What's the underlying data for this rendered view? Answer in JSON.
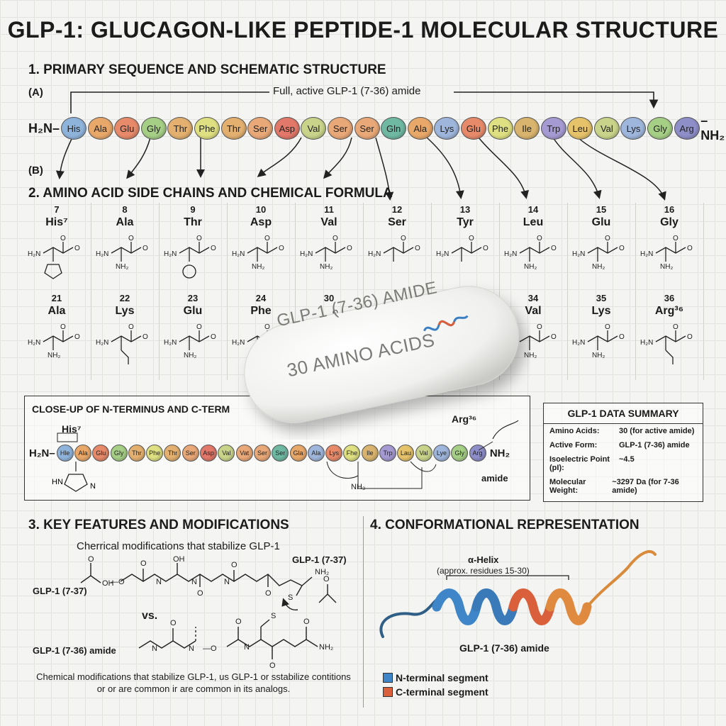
{
  "title": "GLP-1: GLUCAGON-LIKE PEPTIDE-1 MOLECULAR STRUCTURE",
  "section1": {
    "heading": "1. PRIMARY SEQUENCE AND SCHEMATIC STRUCTURE",
    "label_a": "(A)",
    "label_b": "(B)",
    "bracket_label": "Full, active GLP-1 (7-36) amide",
    "n_term": "H₂N–",
    "c_term": "–NH₂",
    "sequence": [
      {
        "code": "His",
        "color": "#8fb4dc"
      },
      {
        "code": "Ala",
        "color": "#e8a86a"
      },
      {
        "code": "Glu",
        "color": "#e68a6a"
      },
      {
        "code": "Gly",
        "color": "#a6cf86"
      },
      {
        "code": "Thr",
        "color": "#e3b070"
      },
      {
        "code": "Phe",
        "color": "#dfe082"
      },
      {
        "code": "Thr",
        "color": "#e3b070"
      },
      {
        "code": "Ser",
        "color": "#e9a878"
      },
      {
        "code": "Asp",
        "color": "#e2786a"
      },
      {
        "code": "Val",
        "color": "#c9d48a"
      },
      {
        "code": "Ser",
        "color": "#e9a878"
      },
      {
        "code": "Ser",
        "color": "#e9a878"
      },
      {
        "code": "Gln",
        "color": "#6fb8a2"
      },
      {
        "code": "Ala",
        "color": "#e8a86a"
      },
      {
        "code": "Lys",
        "color": "#9fb6dc"
      },
      {
        "code": "Glu",
        "color": "#e68a6a"
      },
      {
        "code": "Phe",
        "color": "#dfe082"
      },
      {
        "code": "Ile",
        "color": "#d9b46e"
      },
      {
        "code": "Trp",
        "color": "#a69ad2"
      },
      {
        "code": "Leu",
        "color": "#e6c36a"
      },
      {
        "code": "Val",
        "color": "#c9d48a"
      },
      {
        "code": "Lys",
        "color": "#9fb6dc"
      },
      {
        "code": "Gly",
        "color": "#a6cf86"
      },
      {
        "code": "Arg",
        "color": "#8e8ec8"
      }
    ]
  },
  "section2": {
    "heading": "2. AMINO ACID SIDE CHAINS AND CHEMICAL FORMULA",
    "row1": [
      {
        "num": "7",
        "name": "His⁷"
      },
      {
        "num": "8",
        "name": "Ala"
      },
      {
        "num": "9",
        "name": "Thr"
      },
      {
        "num": "10",
        "name": "Asp"
      },
      {
        "num": "11",
        "name": "Val"
      },
      {
        "num": "12",
        "name": "Ser"
      },
      {
        "num": "13",
        "name": "Tyr"
      },
      {
        "num": "14",
        "name": "Leu"
      },
      {
        "num": "15",
        "name": "Glu"
      },
      {
        "num": "16",
        "name": "Gly"
      }
    ],
    "row2": [
      {
        "num": "21",
        "name": "Ala"
      },
      {
        "num": "22",
        "name": "Lys"
      },
      {
        "num": "23",
        "name": "Glu"
      },
      {
        "num": "24",
        "name": "Phe"
      },
      {
        "num": "30",
        "name": ""
      },
      {
        "num": "",
        "name": ""
      },
      {
        "num": "",
        "name": ""
      },
      {
        "num": "34",
        "name": "Val"
      },
      {
        "num": "35",
        "name": "Lys"
      },
      {
        "num": "36",
        "name": "Arg³⁶"
      }
    ]
  },
  "pill": {
    "line1": "GLP-1 (7-36) AMIDE",
    "line2": "30 AMINO ACIDS"
  },
  "closeup": {
    "heading": "CLOSE-UP OF N-TERMINUS AND C-TERM",
    "his_label": "His⁷",
    "arg_label": "Arg³⁶",
    "n_term": "H₂N–",
    "c_term": "NH₂",
    "amide_label": "amide",
    "nh3_label": "NH₃",
    "sequence": [
      "Hle",
      "Ala",
      "Glu",
      "Gly",
      "Thr",
      "Phe",
      "Thr",
      "Ser",
      "Asp",
      "Val",
      "Vat",
      "Ser",
      "Ser",
      "Gla",
      "Ala",
      "Lys",
      "Fhe",
      "Ile",
      "Trp",
      "Lau",
      "Val",
      "Lye",
      "Gly",
      "Arg"
    ]
  },
  "summary": {
    "title": "GLP-1 DATA SUMMARY",
    "rows": [
      {
        "label": "Amino Acids:",
        "value": "30 (for active amide)"
      },
      {
        "label": "Active Form:",
        "value": "GLP-1 (7-36) amide"
      },
      {
        "label": "Isoelectric Point (pI):",
        "value": "~4.5"
      },
      {
        "label": "Molecular Weight:",
        "value": "~3297 Da (for 7-36 amide)"
      }
    ]
  },
  "section3": {
    "heading": "3. KEY FEATURES AND MODIFICATIONS",
    "subtitle": "Cherrical modifications that stabilize GLP-1",
    "label_737": "GLP-1 (7-37)",
    "label_737_top": "GLP-1 (7-37)",
    "vs": "vs.",
    "label_736": "GLP-1 (7-36) amide",
    "footer": "Chemical modifications that stabilize GLP-1, us GLP-1 or sstabilize contitions or or are common ir are common in its analogs."
  },
  "section4": {
    "heading": "4. CONFORMATIONAL REPRESENTATION",
    "helix_label": "α-Helix",
    "helix_sub": "(approx. residues 15-30)",
    "form_label": "GLP-1 (7-36) amide",
    "legend": [
      {
        "label": "N-terminal segment",
        "color": "#3f86c8"
      },
      {
        "label": "C-terminal segment",
        "color": "#d9603a"
      }
    ]
  }
}
